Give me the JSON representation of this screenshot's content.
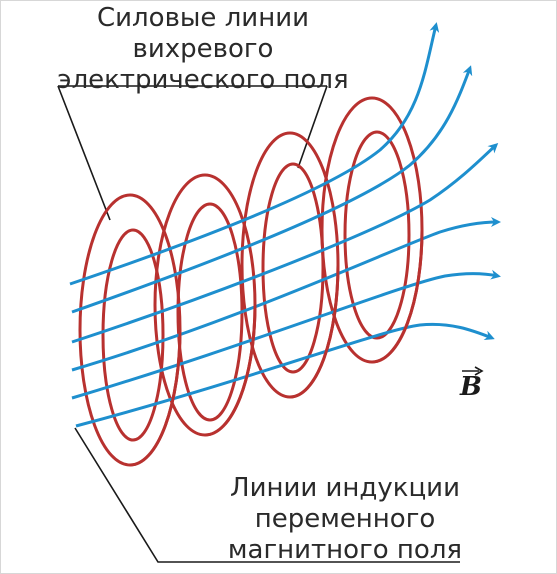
{
  "labels": {
    "electric": {
      "lines": [
        "Силовые линии",
        "вихревого",
        "электрического поля"
      ]
    },
    "magnetic": {
      "lines": [
        "Линии индукции",
        "переменного",
        "магнитного поля"
      ]
    },
    "vector": "B"
  },
  "colors": {
    "electric_lines": "#b8312f",
    "magnetic_lines": "#1e8fce",
    "leader_lines": "#1a1a1a",
    "text": "#2a2a2a"
  }
}
